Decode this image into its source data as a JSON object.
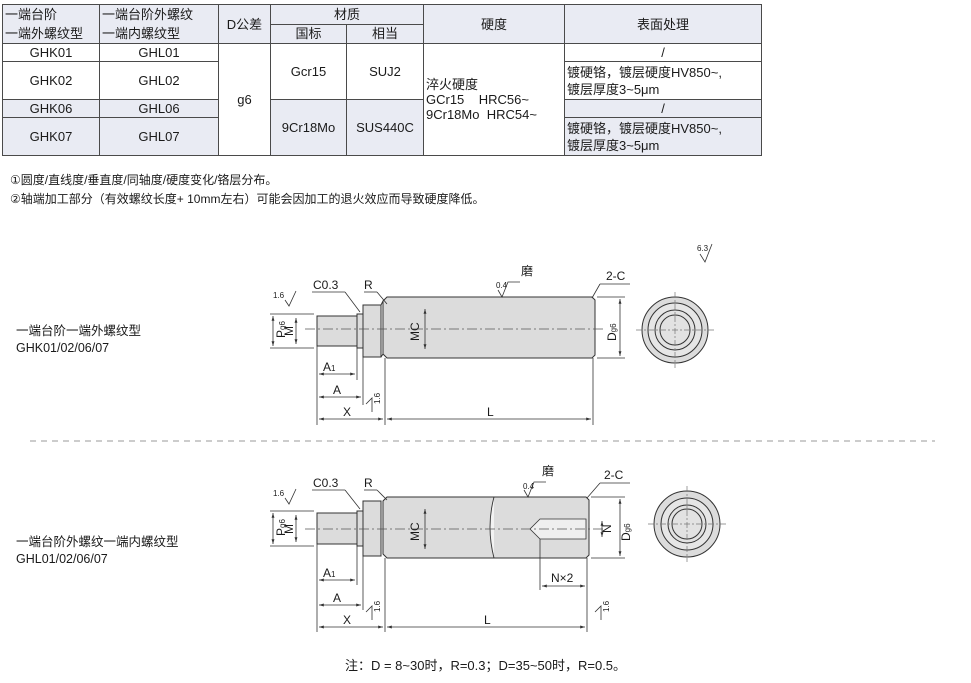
{
  "table": {
    "h_col1": [
      "一端台阶",
      "一端外螺纹型"
    ],
    "h_col2": [
      "一端台阶外螺纹",
      "一端内螺纹型"
    ],
    "h_tol": "D公差",
    "h_material": "材质",
    "h_gb": "国标",
    "h_equiv": "相当",
    "h_hardness": "硬度",
    "h_surface": "表面处理",
    "rows": [
      {
        "a": "GHK01",
        "b": "GHL01"
      },
      {
        "a": "GHK02",
        "b": "GHL02"
      },
      {
        "a": "GHK06",
        "b": "GHL06"
      },
      {
        "a": "GHK07",
        "b": "GHL07"
      }
    ],
    "tolerance": "g6",
    "mat1_gb": "Gcr15",
    "mat1_equiv": "SUJ2",
    "mat2_gb": "9Cr18Mo",
    "mat2_equiv": "SUS440C",
    "hardness": [
      "淬火硬度",
      "GCr15    HRC56~",
      "9Cr18Mo  HRC54~"
    ],
    "surface_none": "/",
    "surface_chrome": [
      "镀硬铬，镀层硬度HV850~,",
      "镀层厚度3~5μm"
    ]
  },
  "notes": [
    "①圆度/直线度/垂直度/同轴度/硬度变化/铬层分布。",
    "②轴端加工部分（有效螺纹长度+ 10mm左右）可能会因加工的退火效应而导致硬度降低。"
  ],
  "drawing1": {
    "label": [
      "一端台阶一端外螺纹型",
      "GHK01/02/06/07"
    ],
    "dims": {
      "c": "C0.3",
      "r": "R",
      "grind": "磨",
      "ra_body": "0.4",
      "chamfer": "2-C",
      "ra_top": "6.3",
      "ra_left": "1.6",
      "ra_step": "1.6",
      "p": "P",
      "p_sub": "g6",
      "m": "M",
      "mc": "MC",
      "d": "D",
      "d_sub": "g6",
      "a1": "A",
      "a1_sub": "1",
      "a": "A",
      "x": "X",
      "l": "L"
    }
  },
  "drawing2": {
    "label": [
      "一端台阶外螺纹一端内螺纹型",
      "GHL01/02/06/07"
    ],
    "dims": {
      "c": "C0.3",
      "r": "R",
      "grind": "磨",
      "ra_body": "0.4",
      "chamfer": "2-C",
      "ra_left": "1.6",
      "ra_step": "1.6",
      "ra_end": "1.6",
      "p": "P",
      "p_sub": "g6",
      "m": "M",
      "mc": "MC",
      "n": "N",
      "d": "D",
      "d_sub": "g6",
      "a1": "A",
      "a1_sub": "1",
      "a": "A",
      "x": "X",
      "l": "L",
      "nx2": "N×2"
    }
  },
  "footnote": "注：D = 8~30时，R=0.3；D=35~50时，R=0.5。"
}
